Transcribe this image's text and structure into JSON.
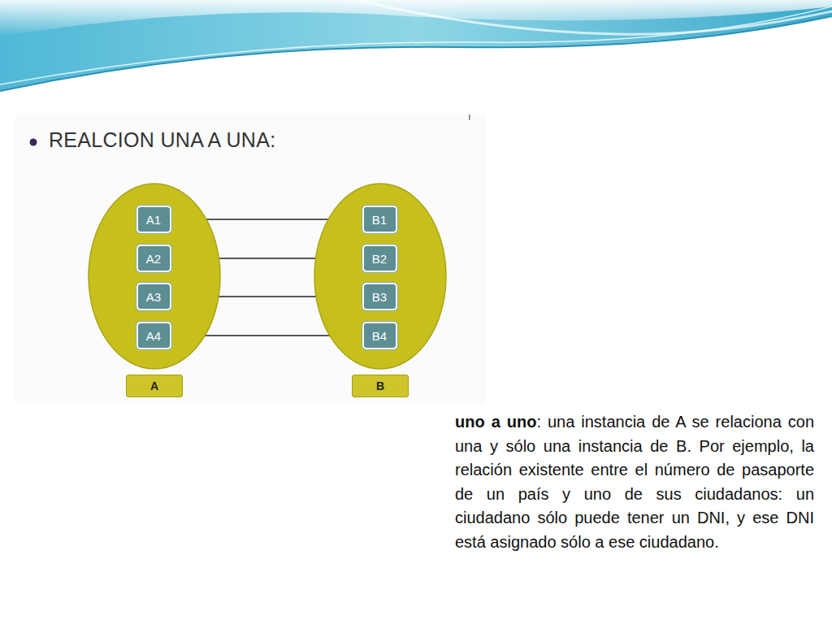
{
  "diagram": {
    "title": "REALCION UNA A UNA:",
    "nodes": [
      {
        "text": [
          "A"
        ]
      },
      {
        "text": [
          "A1"
        ],
        "in": 0
      },
      {
        "text": [
          "A2"
        ],
        "in": 0
      },
      {
        "text": [
          "A3"
        ],
        "in": 0
      },
      {
        "text": [
          "A4"
        ],
        "in": 0
      },
      {
        "text": [
          "B"
        ]
      },
      {
        "text": [
          "B1"
        ],
        "in": 5
      },
      {
        "text": [
          "B2"
        ],
        "in": 5
      },
      {
        "text": [
          "B3"
        ],
        "in": 5
      },
      {
        "text": [
          "B4"
        ],
        "in": 5
      }
    ],
    "edges": [
      {
        "from": 1,
        "to": 6,
        "arrow": "none"
      },
      {
        "from": 2,
        "to": 7,
        "arrow": "none"
      },
      {
        "from": 3,
        "to": 8,
        "arrow": "none"
      },
      {
        "from": 4,
        "to": 9,
        "arrow": "none"
      }
    ],
    "labels": [
      "uno a uno",
      ": una instancia de A se relaciona con una y sólo una instancia de B. Por ejemplo, la relación existente entre el número de pasaporte de un país y uno de sus ciudadanos: un ciudadano sólo puede tener un DNI, y ese DNI está asignado sólo a ese ciudadano."
    ]
  }
}
